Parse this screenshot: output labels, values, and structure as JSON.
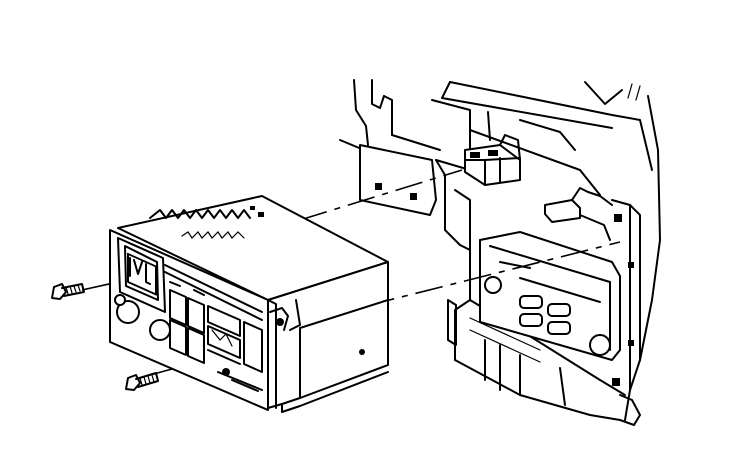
{
  "diagram": {
    "parts": [
      {
        "id": "radio-unit",
        "label": ""
      },
      {
        "id": "dash-mount-bracket",
        "label": ""
      },
      {
        "id": "wiring-connector-main",
        "label": ""
      },
      {
        "id": "wiring-connector-antenna",
        "label": ""
      },
      {
        "id": "hvac-control-panel",
        "label": ""
      },
      {
        "id": "screw-upper",
        "label": ""
      },
      {
        "id": "screw-lower",
        "label": ""
      }
    ],
    "colors": {
      "line": "#000000",
      "background": "#ffffff"
    }
  }
}
